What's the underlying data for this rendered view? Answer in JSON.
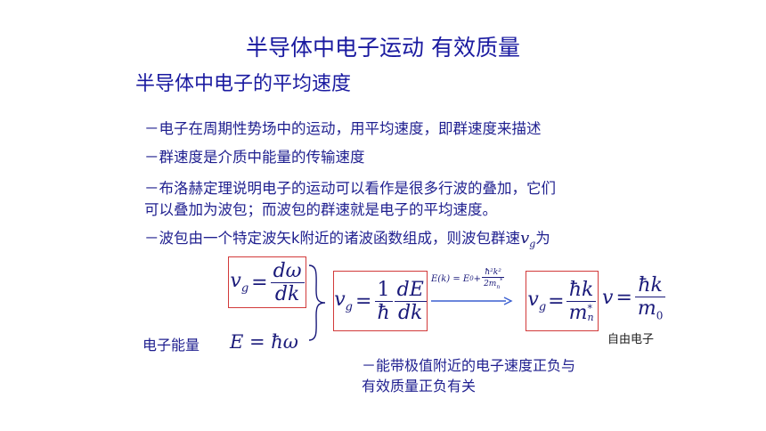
{
  "page": {
    "title": "半导体中电子运动  有效质量",
    "subtitle": "半导体中电子的平均速度"
  },
  "bullets": [
    "－电子在周期性势场中的运动，用平均速度，即群速度来描述",
    "－群速度是介质中能量的传输速度",
    "－布洛赫定理说明电子的运动可以看作是很多行波的叠加，它们",
    "可以叠加为波包；而波包的群速就是电子的平均速度。",
    "－波包由一个特定波矢k附近的诸波函数组成，则波包群速"
  ],
  "bullet_suffix": "为",
  "formulas": {
    "vg_symbol": "v",
    "vg_sub": "g",
    "domega": "dω",
    "dk": "dk",
    "one": "1",
    "hbar": "ħ",
    "dE": "dE",
    "hbar_k": "ħk",
    "m": "m",
    "m_sub": "n",
    "m_sup": "*",
    "v_free": "v",
    "m0": "m",
    "m0_sub": "0",
    "E_eq": "E = ħω",
    "arrow_label_left": "E(k) = E",
    "arrow_label_sub": "0",
    "arrow_label_plus": " + ",
    "arrow_label_num": "ħ²k²",
    "arrow_label_den": "2m",
    "arrow_label_den_sub": "n",
    "arrow_label_den_sup": "*"
  },
  "labels": {
    "electron_energy": "电子能量",
    "free_electron": "自由电子",
    "note_line1": "－能带极值附近的电子速度正负与",
    "note_line2": "有效质量正负有关"
  },
  "colors": {
    "text": "#1f1f8f",
    "box_border": "#d23a3a",
    "arrow": "#3a5fd0"
  }
}
